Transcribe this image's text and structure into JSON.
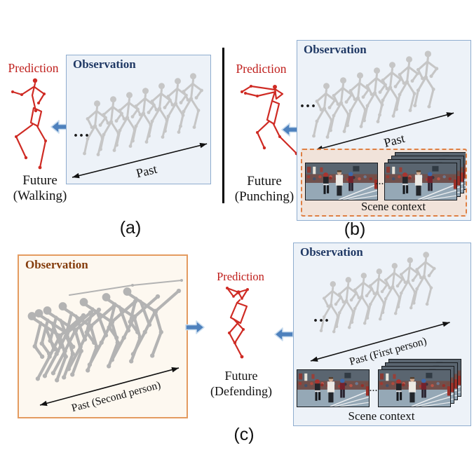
{
  "panel_a": {
    "caption": "(a)",
    "prediction_label": "Prediction",
    "future_line1": "Future",
    "future_line2": "(Walking)",
    "observation_title": "Observation",
    "ellipsis": "...",
    "past_label": "Past"
  },
  "panel_b": {
    "caption": "(b)",
    "prediction_label": "Prediction",
    "future_line1": "Future",
    "future_line2": "(Punching)",
    "observation_title": "Observation",
    "ellipsis": "...",
    "past_label": "Past",
    "scene": {
      "label": "Scene context",
      "ellipsis": "..."
    }
  },
  "panel_c": {
    "caption": "(c)",
    "prediction_label": "Prediction",
    "future_line1": "Future",
    "future_line2": "(Defending)",
    "observation_second": {
      "title": "Observation",
      "past_label": "Past (Second person)"
    },
    "observation_first": {
      "title": "Observation",
      "ellipsis": "...",
      "past_label": "Past (First person)",
      "scene": {
        "label": "Scene context",
        "ellipsis": "..."
      }
    }
  },
  "colors": {
    "prediction_red_text": "#bf1e1b",
    "skeleton_red": "#cf2b24",
    "observation_blue_title": "#1f3864",
    "observation_brown_title": "#843c0c",
    "box_blue_border": "#8fadcf",
    "box_blue_bg": "#edf2f8",
    "box_orange_border": "#e49b60",
    "box_orange_bg": "#fdf8f0",
    "scene_dashed_border": "#df8044",
    "scene_bg": "#f1e3da",
    "block_arrow_blue": "#4e81bd",
    "skeleton_gray": "#c6c6c6"
  }
}
